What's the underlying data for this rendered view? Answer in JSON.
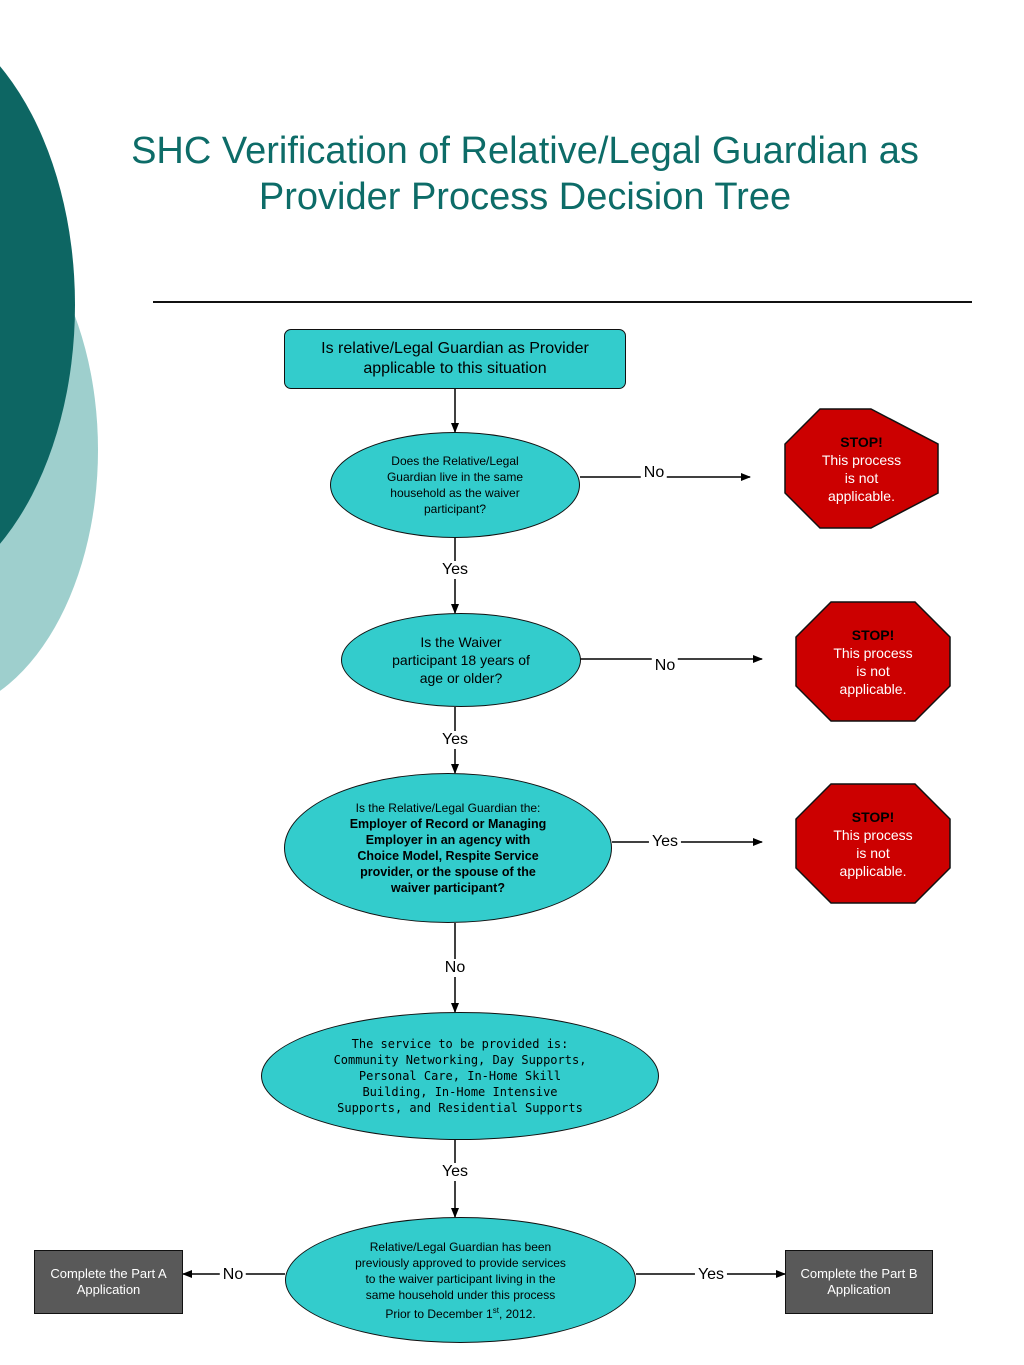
{
  "title": {
    "line1": "SHC Verification of Relative/Legal Guardian as",
    "line2": "Provider Process Decision Tree"
  },
  "colors": {
    "title": "#0d6c68",
    "node_fill": "#33cccc",
    "stop_fill": "#cc0000",
    "output_fill": "#595959",
    "deco_dark": "#0d6663",
    "deco_light": "#9ecfcd"
  },
  "diagram": {
    "start": "Is relative/Legal Guardian as Provider applicable to this situation",
    "q1": "Does the Relative/Legal Guardian live in the same household as the waiver participant?",
    "q2": "Is the Waiver participant 18 years of age or older?",
    "q3": {
      "intro": "Is the Relative/Legal Guardian the:",
      "bold": "Employer of Record or Managing Employer in an agency with Choice Model, Respite Service provider, or the spouse of the waiver participant?"
    },
    "q4": "The service to be provided is: Community Networking, Day Supports, Personal Care, In-Home Skill Building, In-Home Intensive Supports, and Residential Supports",
    "q5": {
      "text": "Relative/Legal Guardian has been previously approved to provide services to the waiver participant living in the same household under this process Prior to December 1",
      "sup": "st",
      "tail": ", 2012."
    },
    "stop": {
      "title": "STOP!",
      "line1": "This process",
      "line2": "is not",
      "line3": "applicable."
    },
    "outcomes": {
      "part_a": "Complete the Part A Application",
      "part_b": "Complete the Part B Application"
    },
    "labels": {
      "yes": "Yes",
      "no": "No"
    }
  }
}
